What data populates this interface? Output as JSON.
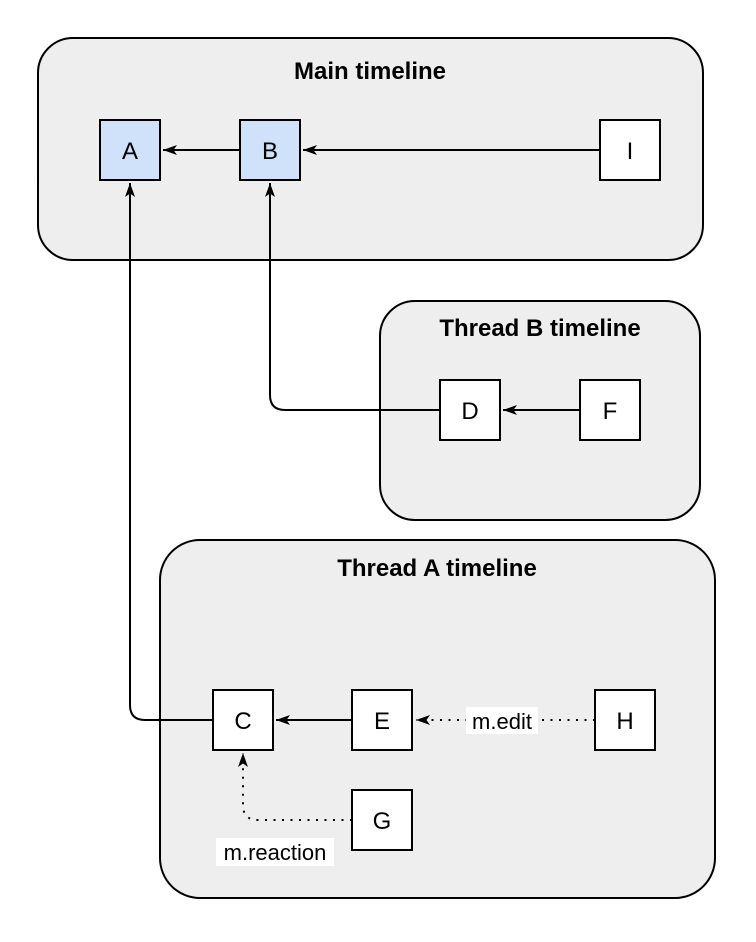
{
  "colors": {
    "page_background": "#ffffff",
    "container_fill": "#eeeeee",
    "container_stroke": "#000000",
    "highlight_node_fill": "#cfe2f9",
    "default_node_fill": "#ffffff",
    "node_stroke": "#000000",
    "edge_color": "#000000",
    "edge_label_background": "#ffffff"
  },
  "containers": {
    "main": {
      "title": "Main timeline"
    },
    "thread_b": {
      "title": "Thread B timeline"
    },
    "thread_a": {
      "title": "Thread A timeline"
    }
  },
  "node_labels": {
    "A": "A",
    "B": "B",
    "C": "C",
    "D": "D",
    "E": "E",
    "F": "F",
    "G": "G",
    "H": "H",
    "I": "I"
  },
  "edge_labels": {
    "edit": "m.edit",
    "reaction": "m.reaction"
  }
}
